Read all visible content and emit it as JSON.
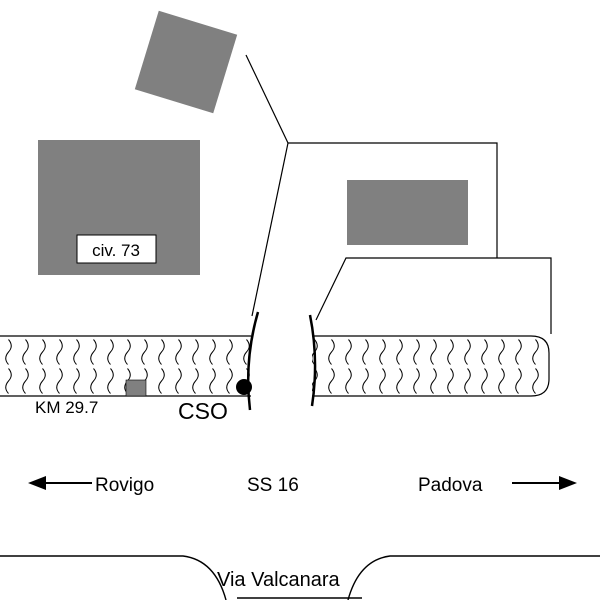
{
  "map": {
    "civ_label": "civ. 73",
    "km_label": "KM 29.7",
    "cso_label": "CSO",
    "left_direction": "Rovigo",
    "road_label": "SS 16",
    "right_direction": "Padova",
    "bottom_road_label": "Via Valcanara"
  },
  "colors": {
    "building_fill": "#808080",
    "line": "#000000",
    "background": "#ffffff"
  }
}
